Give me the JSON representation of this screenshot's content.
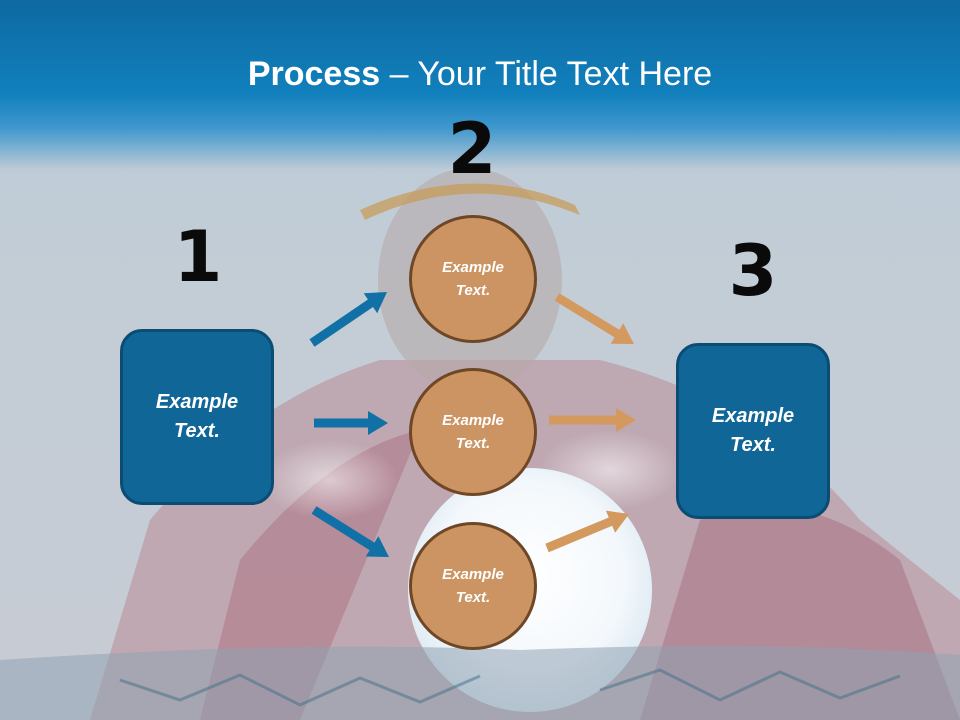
{
  "title": {
    "bold": "Process",
    "rest": " – Your Title Text Here"
  },
  "steps": [
    {
      "number": "1",
      "label": "Example Text."
    },
    {
      "number": "2",
      "items": [
        "Example Text.",
        "Example Text.",
        "Example Text."
      ]
    },
    {
      "number": "3",
      "label": "Example Text."
    }
  ],
  "colors": {
    "title_bar": "#1180bd",
    "box_fill": "#0f6697",
    "box_border": "#0b4c73",
    "circle_fill": "#cc9462",
    "circle_border": "#6e4726",
    "arrow_blue": "#1170a6",
    "arrow_orange": "#d4995f"
  }
}
